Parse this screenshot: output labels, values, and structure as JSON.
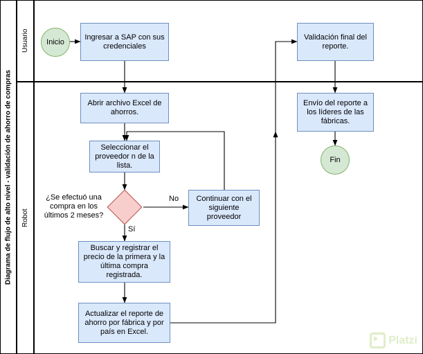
{
  "diagram": {
    "title": "Diagrama de flujo de alto nivel - validación de ahorro de compras",
    "lanes": [
      {
        "id": "usuario",
        "label": "Usuario"
      },
      {
        "id": "robot",
        "label": "Robot"
      }
    ],
    "nodes": {
      "inicio": {
        "label": "Inicio",
        "type": "terminator"
      },
      "ingresar_sap": {
        "label": "Ingresar  a SAP con sus credenciales",
        "type": "process"
      },
      "validacion_final": {
        "label": "Validación final del reporte.",
        "type": "process"
      },
      "abrir_excel": {
        "label": "Abrir archivo Excel de ahorros.",
        "type": "process"
      },
      "envio_reporte": {
        "label": "Envío del reporte a los líderes de las fábricas.",
        "type": "process"
      },
      "seleccionar_proveedor": {
        "label": "Seleccionar el proveedor n de la lista.",
        "type": "process"
      },
      "fin": {
        "label": "Fin",
        "type": "terminator"
      },
      "decision_compra": {
        "label": "¿Se efectuó una compra en los últimos 2 meses?",
        "type": "decision"
      },
      "continuar_siguiente": {
        "label": "Continuar con el siguiente proveedor",
        "type": "process"
      },
      "buscar_registrar": {
        "label": "Buscar y registrar el precio de la primera y la última compra registrada.",
        "type": "process"
      },
      "actualizar_reporte": {
        "label": "Actualizar el reporte de ahorro por fábrica y por país en Excel.",
        "type": "process"
      }
    },
    "edge_labels": {
      "no": "No",
      "si": "Sí"
    },
    "colors": {
      "process_fill": "#dae8fc",
      "process_stroke": "#6c8ebf",
      "terminator_fill": "#d5e8d4",
      "terminator_stroke": "#82b366",
      "decision_fill": "#f8cecc",
      "decision_stroke": "#b85450",
      "line": "#000000"
    },
    "watermark": {
      "text": "Platzi"
    }
  }
}
